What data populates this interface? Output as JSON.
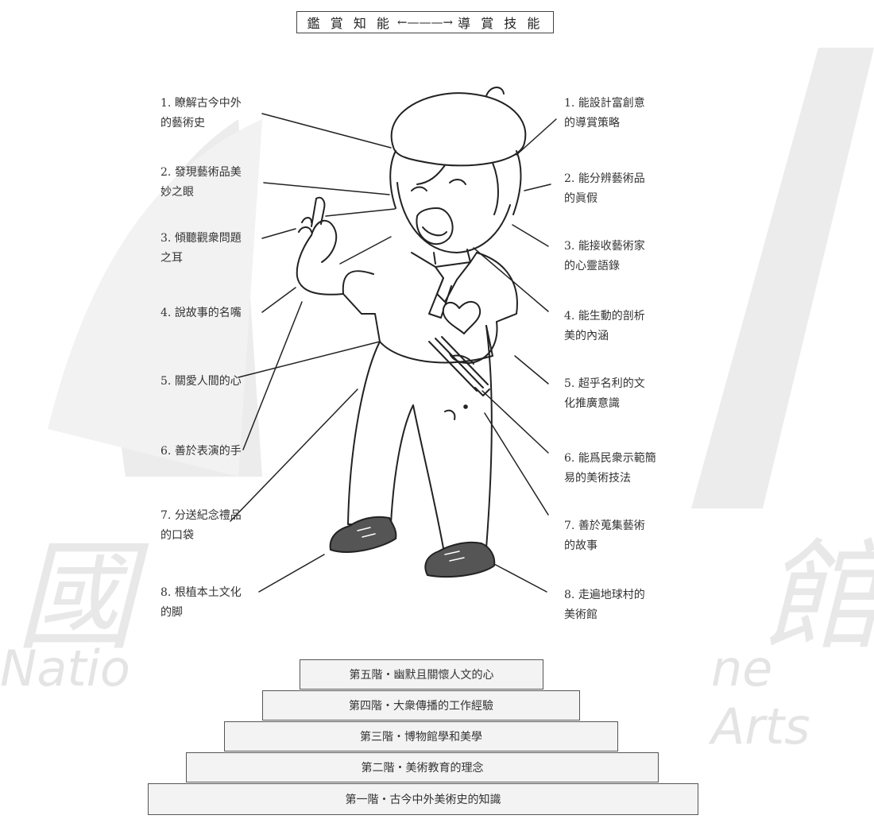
{
  "header": {
    "left": "鑑 賞 知 能",
    "arrow": "←———→",
    "right": "導 賞 技 能"
  },
  "left_labels": [
    {
      "num": "1.",
      "text": "瞭解古今中外\n的藝術史"
    },
    {
      "num": "2.",
      "text": "發現藝術品美\n妙之眼"
    },
    {
      "num": "3.",
      "text": "傾聽觀衆問題\n之耳"
    },
    {
      "num": "4.",
      "text": "說故事的名嘴"
    },
    {
      "num": "5.",
      "text": "關愛人間的心"
    },
    {
      "num": "6.",
      "text": "善於表演的手"
    },
    {
      "num": "7.",
      "text": "分送紀念禮品\n的口袋"
    },
    {
      "num": "8.",
      "text": "根植本土文化\n的脚"
    }
  ],
  "right_labels": [
    {
      "num": "1.",
      "text": "能設計富創意\n的導賞策略"
    },
    {
      "num": "2.",
      "text": "能分辨藝術品\n的眞假"
    },
    {
      "num": "3.",
      "text": "能接收藝術家\n的心靈語錄"
    },
    {
      "num": "4.",
      "text": "能生動的剖析\n美的內涵"
    },
    {
      "num": "5.",
      "text": "超乎名利的文\n化推廣意識"
    },
    {
      "num": "6.",
      "text": "能爲民衆示範簡\n易的美術技法"
    },
    {
      "num": "7.",
      "text": "善於蒐集藝術\n的故事"
    },
    {
      "num": "8.",
      "text": "走遍地球村的\n美術館"
    }
  ],
  "steps": [
    "第五階・幽默且關懷人文的心",
    "第四階・大衆傳播的工作經驗",
    "第三階・博物館學和美學",
    "第二階・美術教育的理念",
    "第一階・古今中外美術史的知識"
  ],
  "watermark": {
    "cjk_left": "國",
    "cjk_right": "館",
    "latin_left": "Natio",
    "latin_right": "ne Arts"
  }
}
